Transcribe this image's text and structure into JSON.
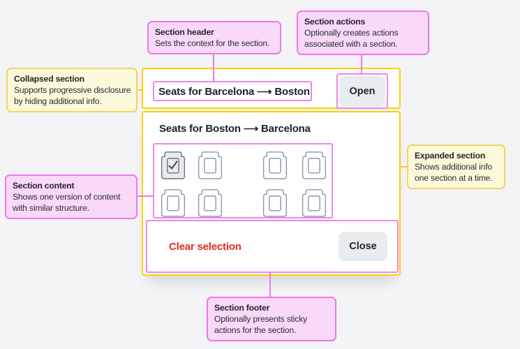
{
  "colors": {
    "background": "#f4f4f6",
    "annotation_pink_border": "#ea79e6",
    "annotation_pink_fill": "#f9d9f7",
    "annotation_yellow_border": "#efd660",
    "annotation_yellow_fill": "#fcf8da",
    "card_outline_yellow": "#fdd100",
    "button_bg": "#e9ecef",
    "clear_selection_red": "#e02b20",
    "seat_outline": "#9097ab",
    "text_dark": "#23252e"
  },
  "callouts": {
    "section_header": {
      "title": "Section header",
      "lines": [
        "Sets the context for the section."
      ]
    },
    "section_actions": {
      "title": "Section actions",
      "lines": [
        "Optionally creates actions",
        "associated with a section."
      ]
    },
    "collapsed_section": {
      "title": "Collapsed section",
      "lines": [
        "Supports progressive disclosure",
        "by hiding additional info."
      ]
    },
    "expanded_section": {
      "title": "Expanded section",
      "lines": [
        "Shows additional info",
        "one section at a time."
      ]
    },
    "section_content": {
      "title": "Section content",
      "lines": [
        "Shows one version of content",
        "with similar structure."
      ]
    },
    "section_footer": {
      "title": "Section footer",
      "lines": [
        "Optionally presents sticky",
        "actions for the section."
      ]
    }
  },
  "card": {
    "collapsed": {
      "title": "Seats for Barcelona ⟶ Boston",
      "action_label": "Open"
    },
    "expanded": {
      "title": "Seats for Boston ⟶ Barcelona",
      "seats": {
        "rows": 2,
        "seats_per_row": 4,
        "selected": "row 1, seat 1 (checked)"
      }
    },
    "footer": {
      "clear_label": "Clear selection",
      "close_label": "Close"
    }
  }
}
